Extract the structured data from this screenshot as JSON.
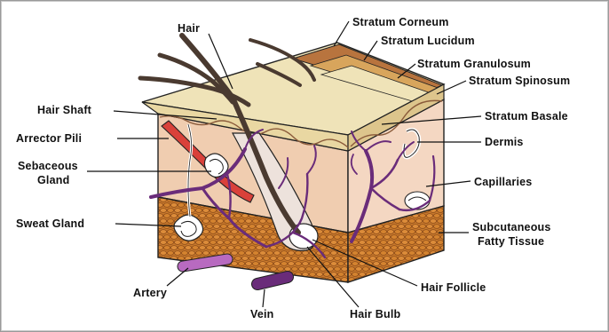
{
  "diagram": {
    "labels": {
      "hair": "Hair",
      "stratum_corneum": "Stratum Corneum",
      "stratum_lucidum": "Stratum Lucidum",
      "stratum_granulosum": "Stratum Granulosum",
      "stratum_spinosum": "Stratum Spinosum",
      "hair_shaft": "Hair Shaft",
      "stratum_basale": "Stratum Basale",
      "arrector_pili": "Arrector Pili",
      "dermis": "Dermis",
      "sebaceous_gland_1": "Sebaceous",
      "sebaceous_gland_2": "Gland",
      "capillaries": "Capillaries",
      "sweat_gland": "Sweat Gland",
      "subcutaneous_1": "Subcutaneous",
      "subcutaneous_2": "Fatty Tissue",
      "hair_follicle": "Hair Follicle",
      "artery": "Artery",
      "vein": "Vein",
      "hair_bulb": "Hair Bulb"
    },
    "colors": {
      "epidermis_top": "#efe3b8",
      "stratum_lucidum": "#b8743e",
      "stratum_granulosum": "#d8a55c",
      "dermis": "#f0cdb0",
      "dermis_side": "#f4d7c2",
      "fat": "#c8792c",
      "fat_dark": "#9a551c",
      "vessel": "#6a2c7a",
      "artery": "#b86ac0",
      "muscle": "#d9413a",
      "hair": "#4a3a30"
    }
  }
}
